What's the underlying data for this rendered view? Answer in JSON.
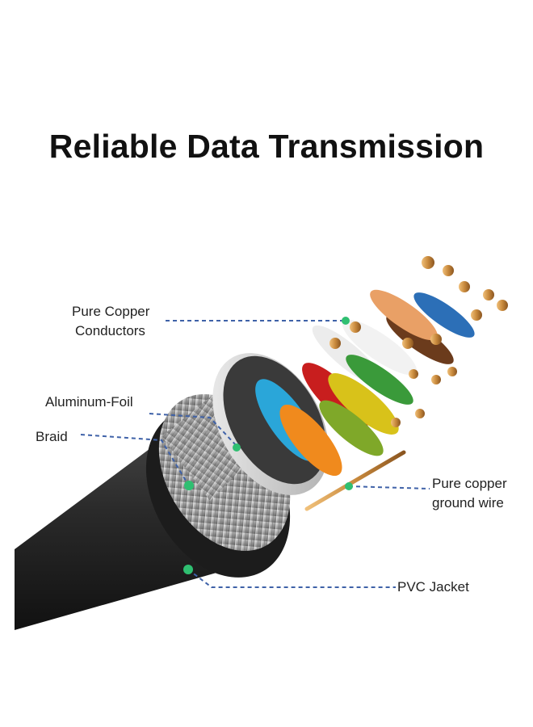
{
  "title": "Reliable Data Transmission",
  "labels": {
    "conductors_line1": "Pure Copper",
    "conductors_line2": "Conductors",
    "foil": "Aluminum-Foil",
    "braid": "Braid",
    "ground_line1": "Pure copper",
    "ground_line2": "ground wire",
    "jacket": "PVC Jacket"
  },
  "colors": {
    "jacket": "#2b2b2b",
    "braid": "#bdbdbd",
    "foil": "#d6d6d6",
    "copper": "#d89a4e",
    "leader": "#3f62a8",
    "marker": "#2fbf71"
  }
}
